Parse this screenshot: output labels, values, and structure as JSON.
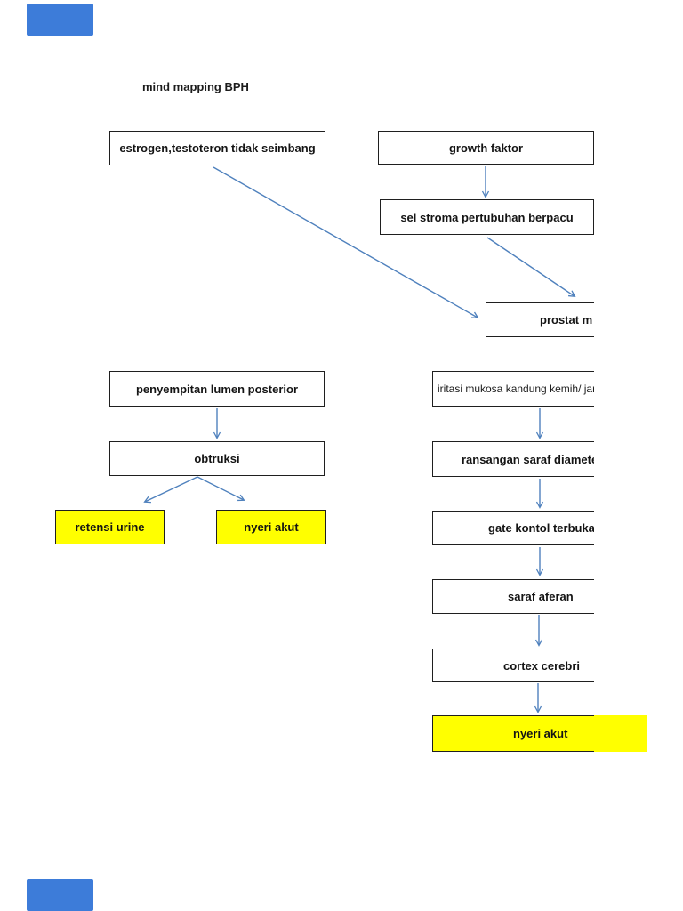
{
  "page": {
    "title": "mind mapping BPH"
  },
  "colors": {
    "highlight_yellow": "#ffff00",
    "arrow_blue": "#4f81bd",
    "box_border": "#1f1f1f",
    "page_marker_blue": "#3d7cd9"
  },
  "nodes": {
    "estrogen_testoteron": {
      "label": "estrogen,testoteron tidak seimbang",
      "highlighted": false
    },
    "growth_faktor": {
      "label": "growth faktor",
      "highlighted": false
    },
    "sel_stroma": {
      "label": "sel stroma pertubuhan berpacu",
      "highlighted": false
    },
    "prostat": {
      "label": "prostat m",
      "highlighted": false
    },
    "penyempitan_lumen": {
      "label": "penyempitan lumen posterior",
      "highlighted": false
    },
    "iritasi_mukosa": {
      "label": "iritasi mukosa kandung kemih/ jarin",
      "highlighted": false
    },
    "obtruksi": {
      "label": "obtruksi",
      "highlighted": false
    },
    "ransangan_saraf": {
      "label": "ransangan saraf diameter",
      "highlighted": false
    },
    "retensi_urine": {
      "label": "retensi urine",
      "highlighted": true
    },
    "nyeri_akut_kiri": {
      "label": "nyeri akut",
      "highlighted": true
    },
    "gate_kontol": {
      "label": "gate kontol terbuka",
      "highlighted": false
    },
    "saraf_aferan": {
      "label": "saraf aferan",
      "highlighted": false
    },
    "cortex_cerebri": {
      "label": "cortex cerebri",
      "highlighted": false
    },
    "nyeri_akut_bawah": {
      "label": "nyeri akut",
      "highlighted": true
    }
  },
  "edges": [
    {
      "from": "growth_faktor",
      "to": "sel_stroma"
    },
    {
      "from": "estrogen_testoteron",
      "to": "prostat"
    },
    {
      "from": "sel_stroma",
      "to": "prostat"
    },
    {
      "from": "penyempitan_lumen",
      "to": "obtruksi"
    },
    {
      "from": "obtruksi",
      "to": "retensi_urine"
    },
    {
      "from": "obtruksi",
      "to": "nyeri_akut_kiri"
    },
    {
      "from": "iritasi_mukosa",
      "to": "ransangan_saraf"
    },
    {
      "from": "ransangan_saraf",
      "to": "gate_kontol"
    },
    {
      "from": "gate_kontol",
      "to": "saraf_aferan"
    },
    {
      "from": "saraf_aferan",
      "to": "cortex_cerebri"
    },
    {
      "from": "cortex_cerebri",
      "to": "nyeri_akut_bawah"
    }
  ]
}
